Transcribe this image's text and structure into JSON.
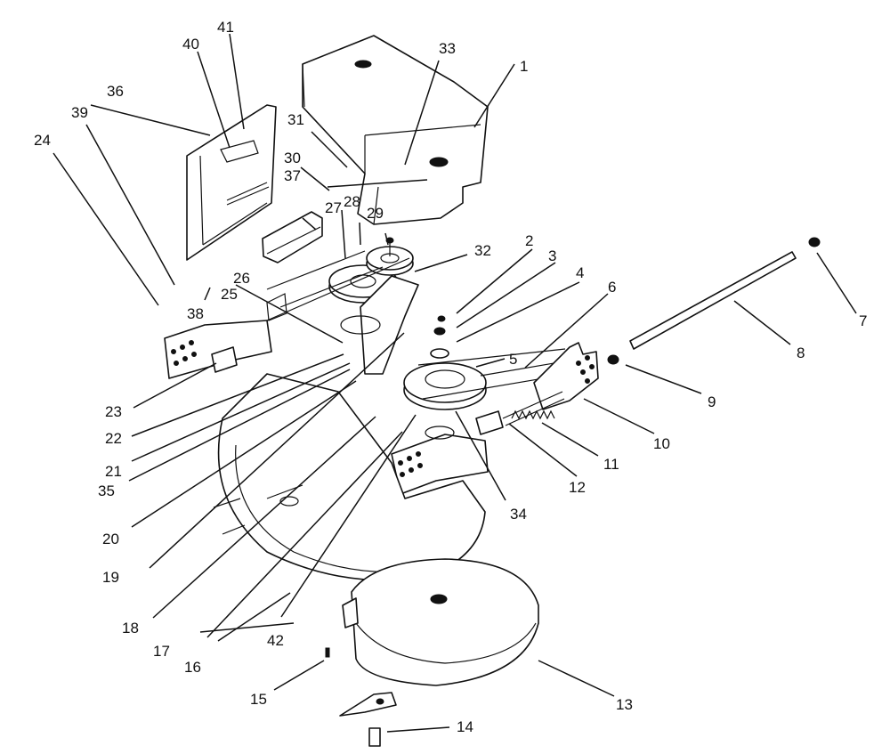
{
  "diagram": {
    "line_color": "#111111",
    "background": "#ffffff",
    "callouts": [
      {
        "id": "c1",
        "label": "1"
      },
      {
        "id": "c2",
        "label": "2"
      },
      {
        "id": "c3",
        "label": "3"
      },
      {
        "id": "c4",
        "label": "4"
      },
      {
        "id": "c5",
        "label": "5"
      },
      {
        "id": "c6",
        "label": "6"
      },
      {
        "id": "c7",
        "label": "7"
      },
      {
        "id": "c8",
        "label": "8"
      },
      {
        "id": "c9",
        "label": "9"
      },
      {
        "id": "c10",
        "label": "10"
      },
      {
        "id": "c11",
        "label": "11"
      },
      {
        "id": "c12",
        "label": "12"
      },
      {
        "id": "c13",
        "label": "13"
      },
      {
        "id": "c14",
        "label": "14"
      },
      {
        "id": "c15",
        "label": "15"
      },
      {
        "id": "c16",
        "label": "16"
      },
      {
        "id": "c17",
        "label": "17"
      },
      {
        "id": "c18",
        "label": "18"
      },
      {
        "id": "c19",
        "label": "19"
      },
      {
        "id": "c20",
        "label": "20"
      },
      {
        "id": "c21",
        "label": "21"
      },
      {
        "id": "c22",
        "label": "22"
      },
      {
        "id": "c23",
        "label": "23"
      },
      {
        "id": "c24",
        "label": "24"
      },
      {
        "id": "c25",
        "label": "25"
      },
      {
        "id": "c26",
        "label": "26"
      },
      {
        "id": "c27",
        "label": "27"
      },
      {
        "id": "c28",
        "label": "28"
      },
      {
        "id": "c29",
        "label": "29"
      },
      {
        "id": "c30",
        "label": "30"
      },
      {
        "id": "c31",
        "label": "31"
      },
      {
        "id": "c32",
        "label": "32"
      },
      {
        "id": "c33",
        "label": "33"
      },
      {
        "id": "c34",
        "label": "34"
      },
      {
        "id": "c35",
        "label": "35"
      },
      {
        "id": "c36",
        "label": "36"
      },
      {
        "id": "c37",
        "label": "37"
      },
      {
        "id": "c38",
        "label": "38"
      },
      {
        "id": "c39",
        "label": "39"
      },
      {
        "id": "c40",
        "label": "40"
      },
      {
        "id": "c41",
        "label": "41"
      },
      {
        "id": "c42",
        "label": "42"
      }
    ]
  }
}
